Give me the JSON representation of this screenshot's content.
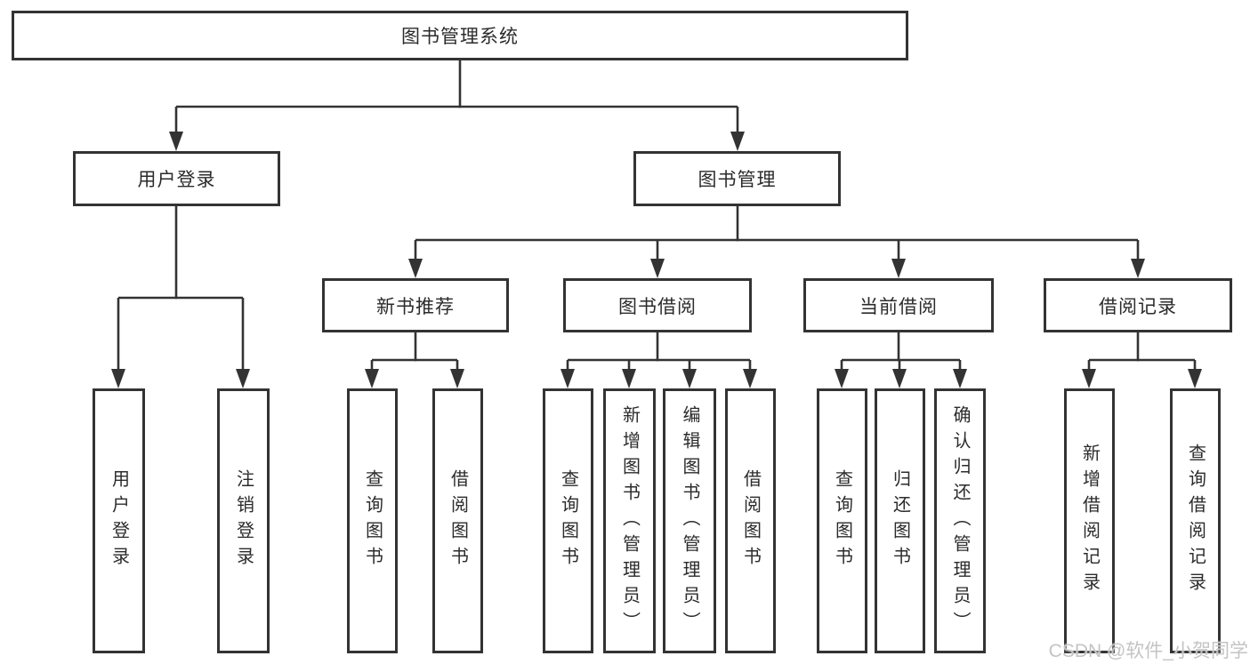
{
  "diagram_title": "图书管理系统",
  "tree": {
    "label": "图书管理系统",
    "children": [
      {
        "label": "用户登录",
        "children": [
          {
            "label": "用户登录"
          },
          {
            "label": "注销登录"
          }
        ]
      },
      {
        "label": "图书管理",
        "children": [
          {
            "label": "新书推荐",
            "children": [
              {
                "label": "查询图书"
              },
              {
                "label": "借阅图书"
              }
            ]
          },
          {
            "label": "图书借阅",
            "children": [
              {
                "label": "查询图书"
              },
              {
                "label": "新增图书（管理员）"
              },
              {
                "label": "编辑图书（管理员）"
              },
              {
                "label": "借阅图书"
              }
            ]
          },
          {
            "label": "当前借阅",
            "children": [
              {
                "label": "查询图书"
              },
              {
                "label": "归还图书"
              },
              {
                "label": "确认归还（管理员）"
              }
            ]
          },
          {
            "label": "借阅记录",
            "children": [
              {
                "label": "新增借阅记录"
              },
              {
                "label": "查询借阅记录"
              }
            ]
          }
        ]
      }
    ]
  },
  "watermark": {
    "text": "CSDN @软件_小贺同学"
  },
  "colors": {
    "line": "#333333",
    "box_border": "#333333",
    "text": "#2b2b2b",
    "background": "#ffffff",
    "watermark": "#c4c4c4"
  }
}
